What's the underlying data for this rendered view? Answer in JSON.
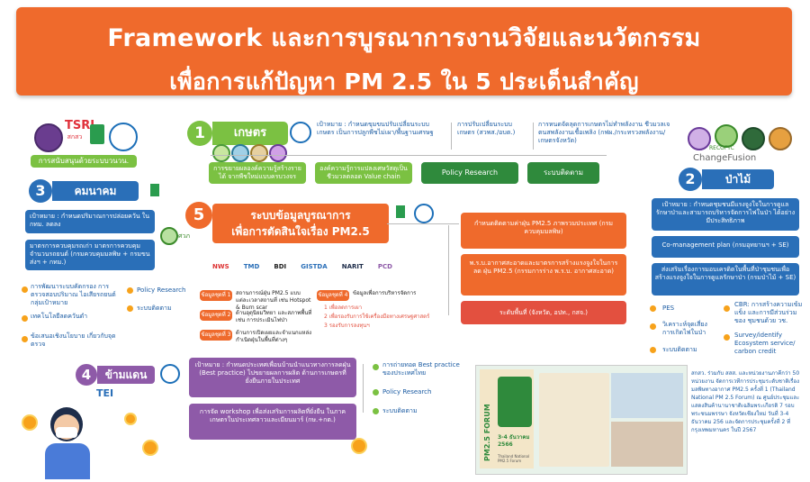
{
  "title": {
    "line1": "Framework และการบูรณาการงานวิจัยและนวัตกรรม",
    "line2": "เพื่อการแก้ปัญหา PM 2.5 ใน 5 ประเด็นสำคัญ"
  },
  "colors": {
    "orange": "#ef6a2c",
    "green": "#7bc142",
    "darkgreen": "#2f8a3c",
    "blue": "#2a6fb8",
    "purple": "#8e5aa8",
    "red": "#e3503f"
  },
  "support": {
    "label": "การสนับสนุนด้วยระบบวนวน.",
    "logo_text": "สกสว",
    "tsri": "TSRI"
  },
  "s1": {
    "num": "1",
    "title": "เกษตร",
    "goal_label": "เป้าหมาย",
    "goal": "เป้าหมาย : กำหนดขุมขนปรับเปลี่ยนระบบเกษตร เป็นการปลูกพืชไม่เผา/พื้นฐานเศรษฐ",
    "c2": "การปรับเปลี่ยนระบบเกษตร (สวพส./อบต.)",
    "c3": "การหนดจัดลุดการเกษตรไม่ทำพลังงาน ชีวมวลเจตนสพลังงานเชื้อเพลิง (กฟผ./กระทรวงพลังงาน/เกษตรจังหวัด)",
    "b1": "การขยายผลองค์ความรู้สร้างรายได้ จากพืชใหม่แบบครบวงจร",
    "b2": "องค์ความรู้การแปลงเศษวัสดุเป็น ชีวมวลตลอด Value chain",
    "b3": "Policy Research",
    "b4": "ระบบติดตาม"
  },
  "s2": {
    "num": "2",
    "title": "ป่าไม้",
    "logo_label": "ChangeFusion",
    "recoftc": "RECOFTC",
    "goal": "เป้าหมาย : กำหนดชุมชนมีแรงจูงใจในการดูแล รักษาป่าและสามารถบริหารจัดการไฟในป่า ได้อย่างมีประสิทธิภาพ",
    "cm": "Co-management plan (กรมอุทยานฯ + SE)",
    "inc": "ส่งเสริมเรื่องการมอบเครดิตในพื้นที่ป่าชุมชนเพื่อ สร้างแรงจูงใจในการดูแลรักษาป่า (กรมป่าไม้ + SE)",
    "items": [
      "PES",
      "วิเคราะห์จุดเสี่ยง การเกิดไฟในป่า",
      "ระบบติดตาม"
    ],
    "cbr": "CBR: การสร้างความเข้มแข็ง และการมีส่วนร่วมของ ชุมชนด้วย วช.",
    "survey": "Survey/identify Ecosystem service/ carbon credit"
  },
  "s3": {
    "num": "3",
    "title": "คมนาคม",
    "goal": "เป้าหมาย : กำหนดปริมาณการปล่อยควัน ใน กทม. ลดลง",
    "measure": "มาตรการควบคุมรถเก่า มาตรการควบคุมจำนวนรถยนต์ (กรมควบคุมมลพิษ + กรมขนส่งฯ + กทม.)",
    "items": [
      "การพัฒนาระบบคัดกรอง การตรวจสอบปริมาณ ไอเสียรถยนต์กลุ่มเป้าหมาย",
      "เทคโนโลยีลดควันดำ",
      "ข้อเสนอเชิงนโยบาย เกี่ยวกับจุดตรวจ"
    ],
    "side": [
      "Policy Research",
      "ระบบติดตาม"
    ],
    "logo_label": "ศวภ"
  },
  "s4": {
    "num": "4",
    "title": "ข้ามแดน",
    "tei": "TEI",
    "goal": "เป้าหมาย : กำหนดประเทศเพื่อนบ้านนำแนวทางการลดฝุ่น (Best practice) ไปขยายผลการผลิต ด้านการเกษตรที่ยั่งยืนภายในประเทศ",
    "workshop": "การจัด workshop เพื่อส่งเสริมการผลิตที่ยั่งยืน ในภาคเกษตรในประเทศลาวและเมียนมาร์ (กษ.+กต.)",
    "items": [
      "การถ่ายทอด Best practice ของประเทศไทย",
      "Policy Research",
      "ระบบติดตาม"
    ]
  },
  "s5": {
    "num": "5",
    "title_l1": "ระบบข้อมูลบูรณาการ",
    "title_l2": "เพื่อการตัดสินใจเรื่อง PM2.5",
    "partners": [
      "NWS",
      "TMD",
      "BDI",
      "GISTDA",
      "NARIT",
      "PCD"
    ],
    "rows": [
      {
        "label": "ข้อมูลชุดที่ 1",
        "text": "สถานการณ์ฝุ่น PM2.5 แบบแต่ละเวลาสถานที่ เช่น Hotspot & Burn scar"
      },
      {
        "label": "ข้อมูลชุดที่ 2",
        "text": "ด้านอุตุนิยมวิทยา และสภาพพื้นที่ เช่น การประเมินไฟป่า"
      },
      {
        "label": "ข้อมูลชุดที่ 3",
        "text": "ด้านการเปิดเผยและจำแนกแหล่งกำเนิดฝุ่นในพื้นที่ต่างๆ"
      },
      {
        "label": "ข้อมูลชุดที่ 4",
        "text": "ข้อมูลเพื่อการบริหารจัดการ"
      }
    ],
    "sub": [
      "1 เพื่อลดการเผา",
      "2 เพื่อรองรับการใช้เครื่องมือทางเศรษฐศาสตร์",
      "3 รองรับการลงทุนฯ"
    ],
    "o1": "กำหนดติดตามค่าฝุ่น PM2.5 ภาพรวมประเทศ (กรมควบคุมมลพิษ)",
    "o2": "พ.ร.บ.อากาศสะอาดและมาตรการสร้างแรงจูงใจในการลด ฝุ่น PM2.5 (กรรมการร่าง พ.ร.บ. อากาศสะอาด)",
    "o3": "ระดับพื้นที่ (จังหวัด, อปท., กสจ.)"
  },
  "forum": {
    "title": "PM2.5 FORUM",
    "sub": "Thailand National PM2.5 Forum",
    "date": "3-4 ธันวาคม 2566",
    "desc": "สกสว. ร่วมกับ สสส. และหน่วยงานภาคีกว่า 50 หน่วยงาน จัดการเวทีการประชุมระดับชาติเรื่อง มลพิษทางอากาศ PM2.5 ครั้งที่ 1 (Thailand National PM 2.5 Forum) ณ ศูนย์ประชุมและแสดงสินค้านานาชาติเฉลิมพระเกียรติ 7 รอบพระชนมพรรษา จังหวัดเชียงใหม่ วันที่ 3-4 ธันวาคม 256 และจัดการประชุมครั้งที่ 2 ที่กรุงเทพมหานคร ในปี 2567"
  }
}
